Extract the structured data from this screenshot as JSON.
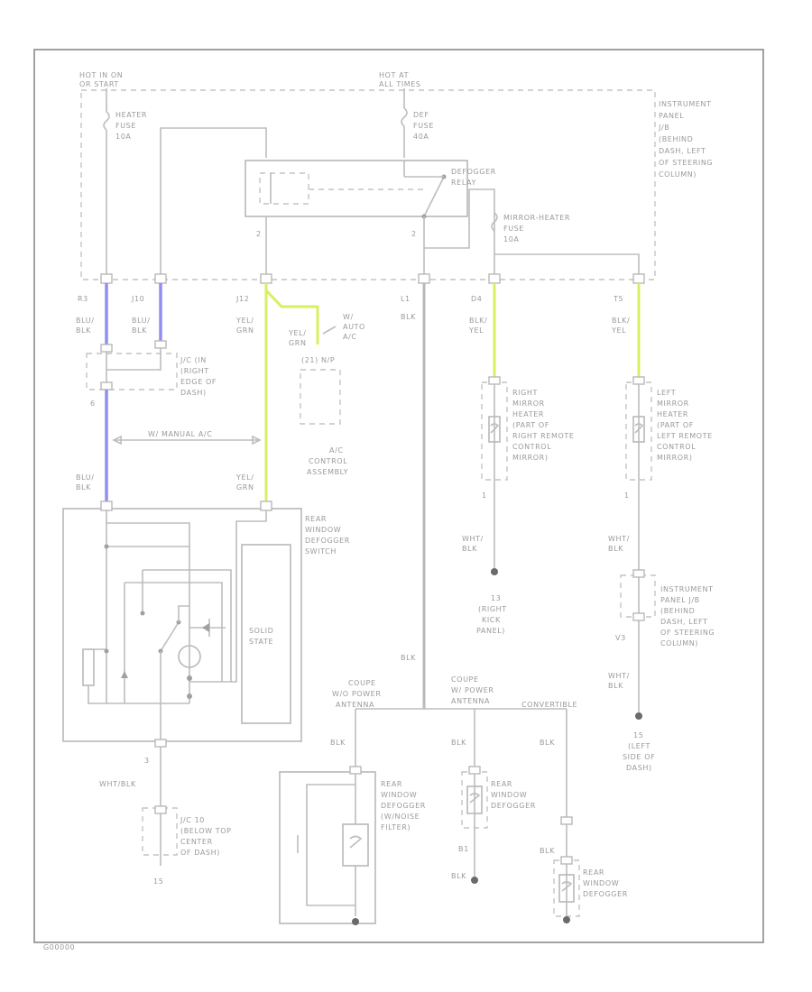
{
  "colors": {
    "wire": "#b8b8b8",
    "wire_blu": "#8f8ff2",
    "wire_yel": "#d8f060",
    "text": "#9a9a9a"
  },
  "labels": {
    "hot_run": [
      "HOT IN ON",
      "OR START"
    ],
    "hot_all": [
      "HOT AT",
      "ALL TIMES"
    ],
    "heater_fuse": [
      "HEATER",
      "FUSE",
      "10A"
    ],
    "def_fuse": [
      "DEF",
      "FUSE",
      "40A"
    ],
    "defogger_relay": [
      "DEFOGGER",
      "RELAY"
    ],
    "mirror_fuse": [
      "MIRROR-HEATER",
      "FUSE",
      "10A"
    ],
    "ip_jb": [
      "INSTRUMENT",
      "PANEL",
      "J/B",
      "(BEHIND",
      "DASH, LEFT",
      "OF STEERING",
      "COLUMN)"
    ],
    "pin_2a": "2",
    "pin_2b": "2",
    "conn_r3": "R3",
    "conn_j10": "J10",
    "conn_j12": "J12",
    "conn_l1": "L1",
    "conn_d4": "D4",
    "conn_t5": "T5",
    "w_blu1": [
      "BLU/",
      "BLK"
    ],
    "w_blu2": [
      "BLU/",
      "BLK"
    ],
    "w_yel1": [
      "YEL/",
      "GRN"
    ],
    "w_blk_l1": "BLK",
    "w_d4": [
      "BLK/",
      "YEL"
    ],
    "w_t5": [
      "BLK/",
      "YEL"
    ],
    "yel_grn_ac": [
      "YEL/",
      "GRN"
    ],
    "w_auto_ac": [
      "W/",
      "AUTO",
      "A/C"
    ],
    "ac_pin": "(21) N/P",
    "jc_dash": [
      "J/C (IN",
      "(RIGHT",
      "EDGE OF",
      "DASH)"
    ],
    "pin_6": "6",
    "w_manual_ac": "W/ MANUAL A/C",
    "ac_control": [
      "A/C",
      "CONTROL",
      "ASSEMBLY"
    ],
    "blu_blk_sw": [
      "BLU/",
      "BLK"
    ],
    "yel_grn_sw": [
      "YEL/",
      "GRN"
    ],
    "rear_def_switch": [
      "REAR",
      "WINDOW",
      "DEFOGGER",
      "SWITCH"
    ],
    "solid_state": [
      "SOLID",
      "STATE"
    ],
    "pin_sw_bot": "3",
    "whtblk_sw": "WHT/BLK",
    "jc_center": [
      "J/C 10",
      "(BELOW TOP",
      "CENTER",
      "OF DASH)"
    ],
    "g_jc": "15",
    "r_mirror_heater": [
      "RIGHT",
      "MIRROR",
      "HEATER",
      "(PART OF",
      "RIGHT REMOTE",
      "CONTROL",
      "MIRROR)"
    ],
    "l_mirror_heater": [
      "LEFT",
      "MIRROR",
      "HEATER",
      "(PART OF",
      "LEFT REMOTE",
      "CONTROL",
      "MIRROR)"
    ],
    "pin_r1": "1",
    "pin_l1": "1",
    "w_whtblk_r": [
      "WHT/",
      "BLK"
    ],
    "w_whtblk_l": [
      "WHT/",
      "BLK"
    ],
    "g_right_kick": [
      "13",
      "(RIGHT",
      "KICK",
      "PANEL)"
    ],
    "ip_jb_2": [
      "INSTRUMENT",
      "PANEL J/B",
      "(BEHIND",
      "DASH, LEFT",
      "OF STEERING",
      "COLUMN)"
    ],
    "pin_v3": "V3",
    "w_whtblk_l2": [
      "WHT/",
      "BLK"
    ],
    "g_left_dash": [
      "15",
      "(LEFT",
      "SIDE OF",
      "DASH)"
    ],
    "blk_main": "BLK",
    "coupe_wo": [
      "COUPE",
      "W/O POWER",
      "ANTENNA"
    ],
    "coupe_w": [
      "COUPE",
      "W/ POWER",
      "ANTENNA"
    ],
    "convertible": "CONVERTIBLE",
    "blk_1": "BLK",
    "blk_2": "BLK",
    "blk_3": "BLK",
    "blk_4": "BLK",
    "blk_5": "BLK",
    "pin_b1": "B1",
    "rear_def_noise": [
      "REAR",
      "WINDOW",
      "DEFOGGER",
      "(W/NOISE",
      "FILTER)"
    ],
    "rear_def_2": [
      "REAR",
      "WINDOW",
      "DEFOGGER"
    ],
    "rear_def_3": [
      "REAR",
      "WINDOW",
      "DEFOGGER"
    ],
    "fig_id": "G00000"
  }
}
